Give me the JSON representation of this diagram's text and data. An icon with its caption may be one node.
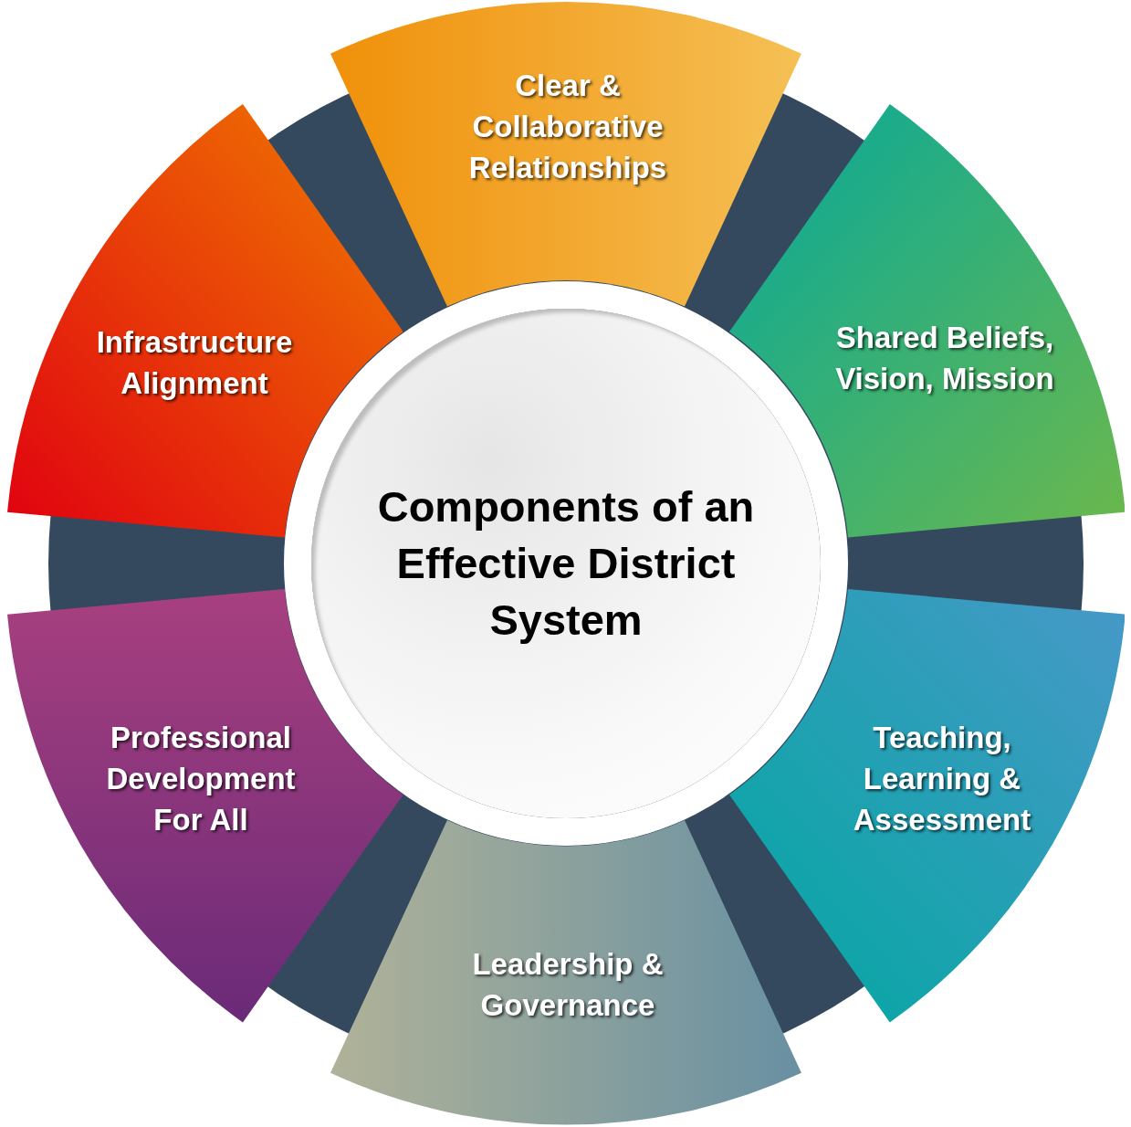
{
  "diagram": {
    "nodes": [
      {
        "text": [
          "Components of an Effective District System"
        ]
      },
      {
        "text": [
          "Clear & Collaborative Relationships"
        ]
      },
      {
        "text": [
          "Shared Beliefs, Vision, Mission"
        ]
      },
      {
        "text": [
          "Teaching, Learning & Assessment"
        ]
      },
      {
        "text": [
          "Leadership & Governance"
        ]
      },
      {
        "text": [
          "Professional Development For All"
        ]
      },
      {
        "text": [
          "Infrastructure Alignment"
        ]
      }
    ]
  }
}
